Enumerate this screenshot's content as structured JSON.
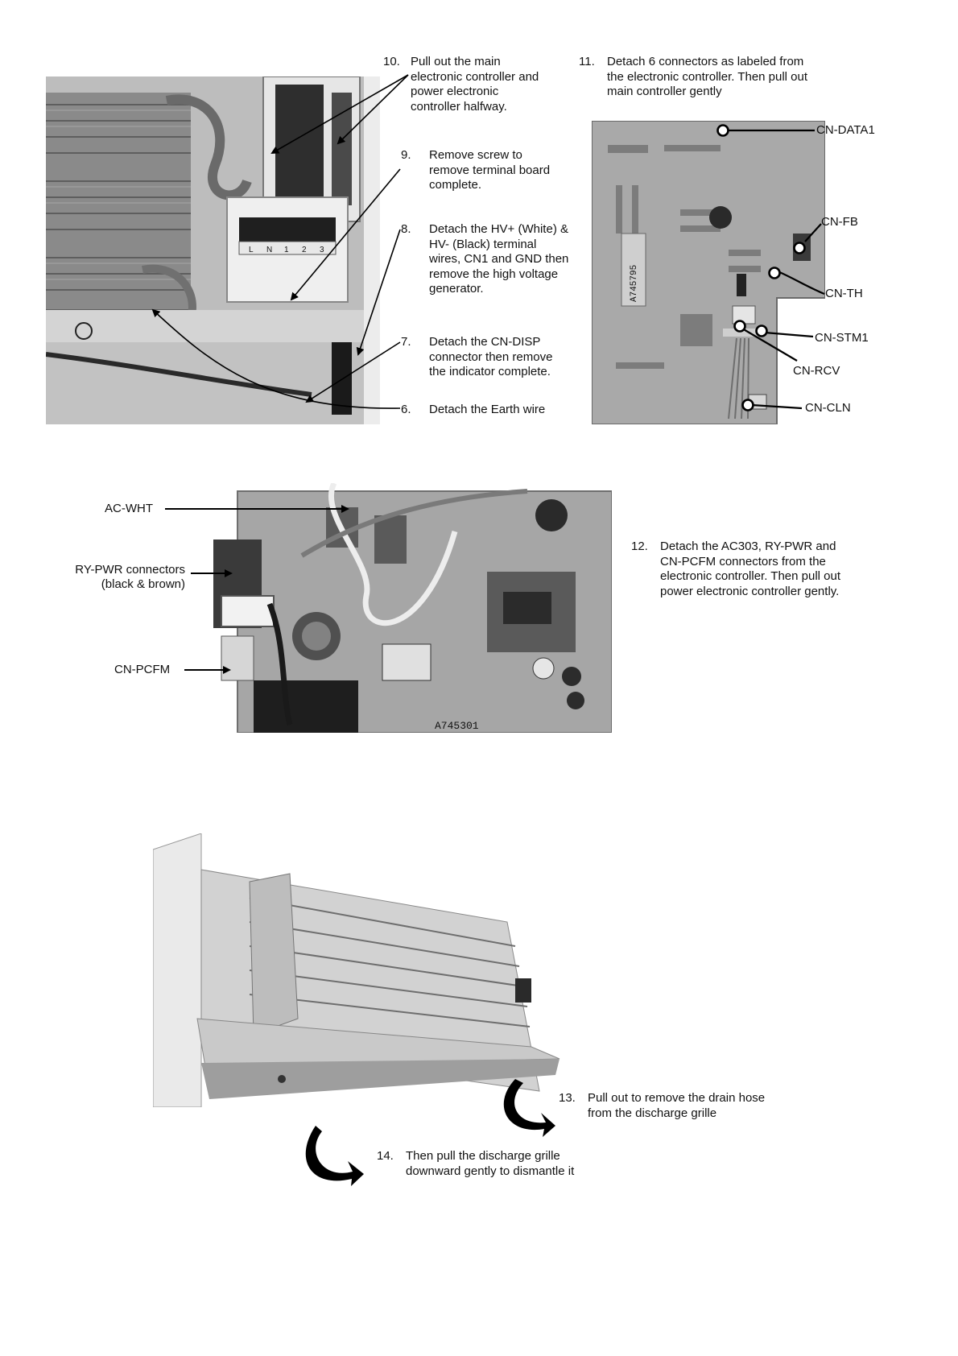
{
  "steps": {
    "s10": {
      "num": "10.",
      "text": "Pull out the main\nelectronic controller and\npower electronic\ncontroller halfway."
    },
    "s11": {
      "num": "11.",
      "text": "Detach 6 connectors as labeled from\nthe electronic controller. Then pull out\nmain controller gently"
    },
    "s9": {
      "num": "9.",
      "text": "Remove screw to\nremove terminal board\ncomplete."
    },
    "s8": {
      "num": "8.",
      "text": "Detach the HV+ (White) &\nHV- (Black) terminal\nwires, CN1 and GND then\nremove the high voltage\ngenerator."
    },
    "s7": {
      "num": "7.",
      "text": "Detach the CN-DISP\nconnector then remove\nthe indicator complete."
    },
    "s6": {
      "num": "6.",
      "text": "Detach the Earth wire"
    },
    "s12": {
      "num": "12.",
      "text": "Detach the AC303, RY-PWR and\nCN-PCFM connectors from the\nelectronic controller. Then pull out\npower electronic controller gently."
    },
    "s13": {
      "num": "13.",
      "text": "Pull out to remove the drain hose\nfrom the discharge grille"
    },
    "s14": {
      "num": "14.",
      "text": "Then pull the discharge grille\ndownward gently to dismantle it"
    }
  },
  "main_board_labels": {
    "cn_data1": "CN-DATA1",
    "cn_fb": "CN-FB",
    "cn_th": "CN-TH",
    "cn_stm1": "CN-STM1",
    "cn_rcv": "CN-RCV",
    "cn_cln": "CN-CLN",
    "board_print": "A745795"
  },
  "power_board_labels": {
    "ac_wht": "AC-WHT",
    "ry_pwr": "RY-PWR connectors\n(black & brown)",
    "cn_pcfm": "CN-PCFM",
    "board_print": "A745301"
  },
  "terminal_labels": [
    "L",
    "N",
    "1",
    "2",
    "3"
  ]
}
